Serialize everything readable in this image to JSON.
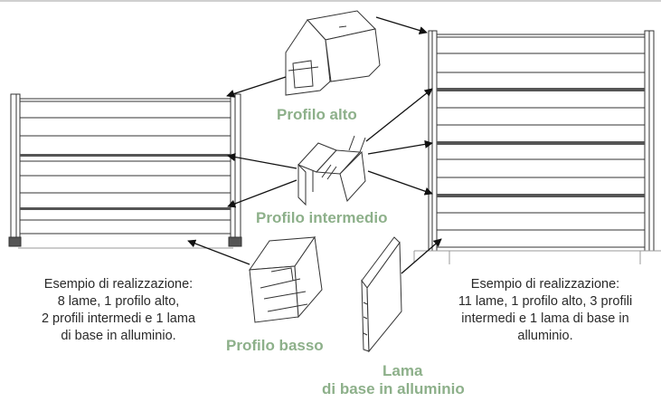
{
  "labels": {
    "profilo_alto": "Profilo alto",
    "profilo_intermedio": "Profilo intermedio",
    "profilo_basso": "Profilo basso",
    "lama_line1": "Lama",
    "lama_line2": "di base in alluminio"
  },
  "left_example": {
    "lines": [
      "Esempio di realizzazione:",
      "8 lame, 1 profilo alto,",
      "2 profili intermedi e 1 lama",
      "di base in alluminio."
    ]
  },
  "right_example": {
    "lines": [
      "Esempio di realizzazione:",
      "11 lame, 1 profilo alto, 3 profili",
      "intermedi e 1 lama di base in",
      "alluminio."
    ]
  },
  "colors": {
    "label_green": "#8db08a",
    "line": "#333333",
    "band": "#555555"
  }
}
